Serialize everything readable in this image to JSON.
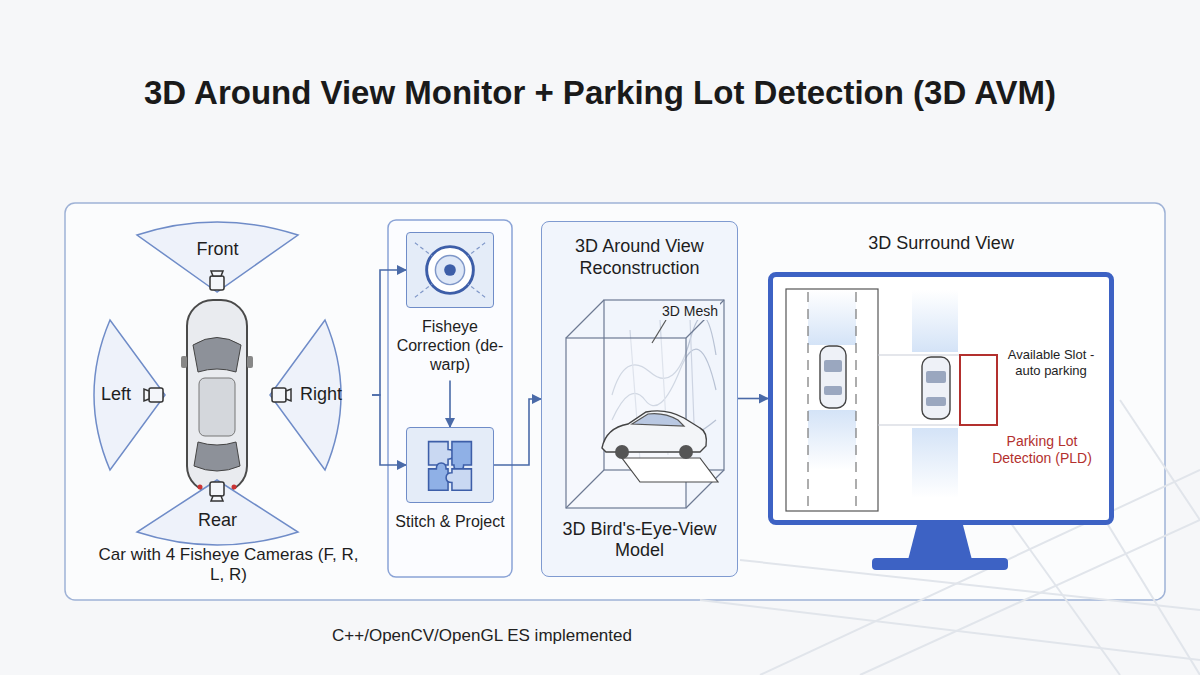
{
  "diagram": {
    "title": "3D Around View Monitor + Parking Lot Detection (3D AVM)",
    "caption": "C++/OpenCV/OpenGL ES implemented",
    "nodes": [
      {
        "text": [
          "Car with 4 Fisheye Cameras (F, R, L, R)"
        ]
      },
      {
        "text": [
          "Front"
        ],
        "in": 0
      },
      {
        "text": [
          "Left"
        ],
        "in": 0
      },
      {
        "text": [
          "Right"
        ],
        "in": 0
      },
      {
        "text": [
          "Rear"
        ],
        "in": 0
      },
      {
        "text": [
          "Fisheye Correction (de-warp)"
        ]
      },
      {
        "text": [
          "Stitch & Project"
        ]
      },
      {
        "text": [
          "3D Around View Reconstruction",
          "3D Bird's-Eye-View Model"
        ]
      },
      {
        "text": [
          "3D Surround View"
        ]
      }
    ],
    "edges": [
      {
        "from": 0,
        "to": 5,
        "arrow": "to"
      },
      {
        "from": 0,
        "to": 6,
        "arrow": "to"
      },
      {
        "from": 5,
        "to": 6,
        "arrow": "to"
      },
      {
        "from": 6,
        "to": 7,
        "arrow": "to"
      },
      {
        "from": 7,
        "to": 8,
        "arrow": "to"
      }
    ],
    "labels": [
      "3D Mesh",
      "Available Slot - auto parking",
      "Parking Lot Detection (PLD)"
    ]
  }
}
